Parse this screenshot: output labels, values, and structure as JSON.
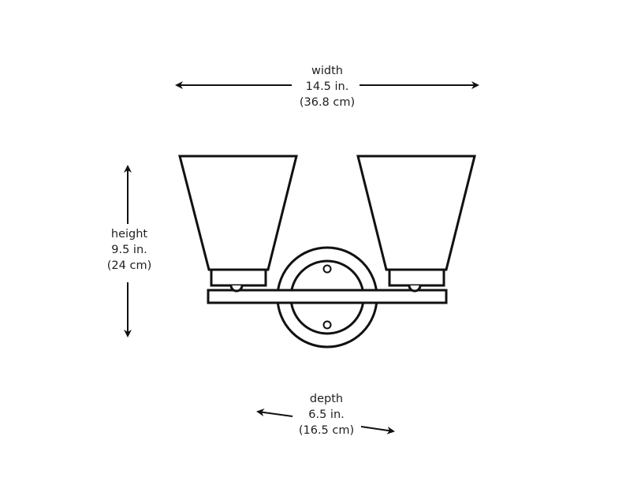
{
  "diagram": {
    "type": "product-dimension-drawing",
    "subject": "two-light vanity wall fixture, front view",
    "stroke_color": "#111111",
    "background_color": "#ffffff"
  },
  "dimensions": {
    "width": {
      "label": "width",
      "imperial": "14.5 in.",
      "metric": "(36.8 cm)"
    },
    "height": {
      "label": "height",
      "imperial": "9.5 in.",
      "metric": "(24 cm)"
    },
    "depth": {
      "label": "depth",
      "imperial": "6.5 in.",
      "metric": "(16.5 cm)"
    }
  },
  "fixture": {
    "shades": 2,
    "shade_shape": "tapered cone",
    "backplate_shape": "round",
    "backplate_screws": 2,
    "arm": "horizontal bar"
  }
}
